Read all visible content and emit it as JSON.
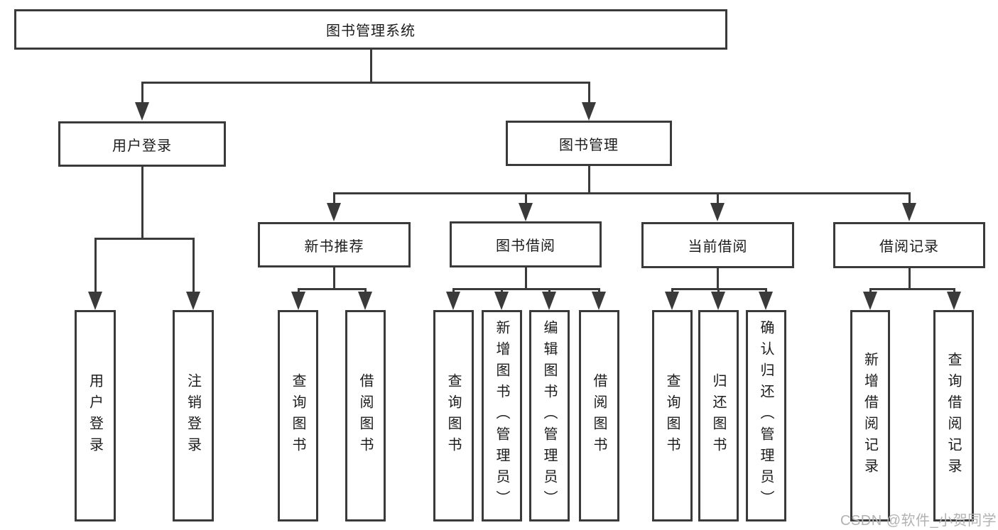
{
  "tree": {
    "root": "图书管理系统",
    "user_login": {
      "label": "用户登录",
      "children": [
        "用户登录",
        "注销登录"
      ]
    },
    "book_mgmt": {
      "label": "图书管理",
      "sections": {
        "new_books": {
          "label": "新书推荐",
          "children": [
            "查询图书",
            "借阅图书"
          ]
        },
        "book_borrow": {
          "label": "图书借阅",
          "children": [
            "查询图书",
            "新增图书（管理员）",
            "编辑图书（管理员）",
            "借阅图书"
          ]
        },
        "current_borrow": {
          "label": "当前借阅",
          "children": [
            "查询图书",
            "归还图书",
            "确认归还（管理员）"
          ]
        },
        "borrow_records": {
          "label": "借阅记录",
          "children": [
            "新增借阅记录",
            "查询借阅记录"
          ]
        }
      }
    }
  },
  "watermark": "CSDN @软件_小贺同学",
  "colors": {
    "line": "#3a3a3a",
    "text": "#1c1c1c",
    "watermark": "#b2b2b2",
    "background": "#ffffff"
  }
}
